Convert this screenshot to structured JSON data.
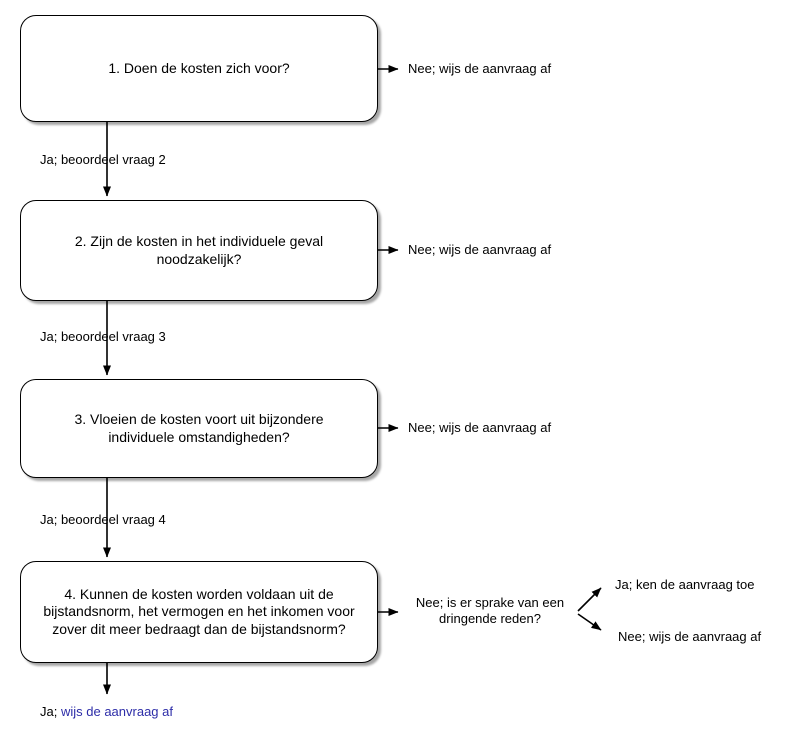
{
  "diagram": {
    "boxes": [
      {
        "id": "q1",
        "label": "1. Doen de kosten zich voor?"
      },
      {
        "id": "q2",
        "label": "2. Zijn de kosten in het individuele geval\nnoodzakelijk?"
      },
      {
        "id": "q3",
        "label": "3. Vloeien de kosten voort uit bijzondere\nindividuele omstandigheden?"
      },
      {
        "id": "q4",
        "label": "4. Kunnen de kosten worden voldaan uit de\nbijstandsnorm, het vermogen en het inkomen voor\nzover dit meer bedraagt dan de bijstandsnorm?"
      }
    ],
    "no_labels": [
      "Nee; wijs de aanvraag af",
      "Nee; wijs de aanvraag af",
      "Nee; wijs de aanvraag af"
    ],
    "yes_labels": [
      "Ja; beoordeel vraag 2",
      "Ja; beoordeel vraag 3",
      "Ja; beoordeel vraag 4"
    ],
    "branch": {
      "question": "Nee; is er sprake van een\ndringende reden?",
      "yes": "Ja; ken de aanvraag toe",
      "no": "Nee; wijs de aanvraag af"
    },
    "final": {
      "prefix": "Ja; ",
      "rest": "wijs de aanvraag af"
    }
  },
  "colors": {
    "line": "#000000",
    "box_fill": "#ffffff",
    "box_border": "#000000",
    "text": "#000000",
    "final_rest_color": "#2d2da8"
  }
}
